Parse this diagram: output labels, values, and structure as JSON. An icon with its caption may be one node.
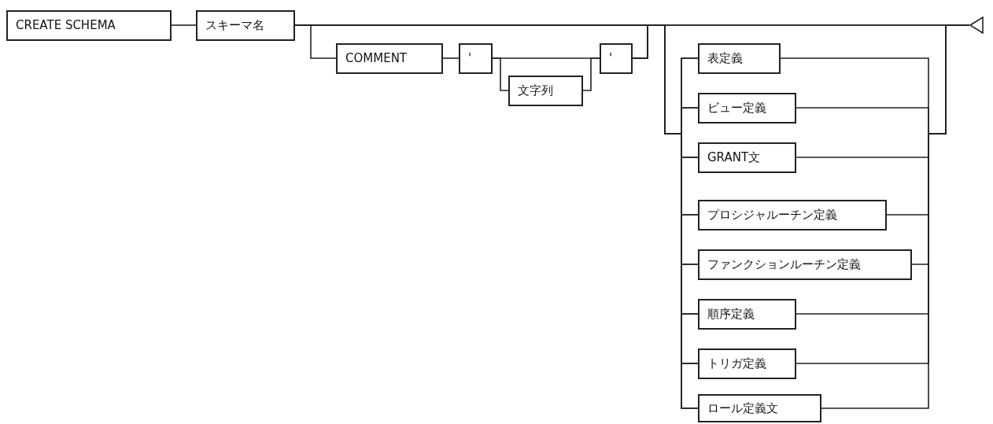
{
  "diagram": {
    "nodes": [
      {
        "text": [
          "CREATE SCHEMA"
        ]
      },
      {
        "text": [
          "スキーマ名"
        ]
      },
      {
        "text": [
          "COMMENT"
        ]
      },
      {
        "text": [
          "'"
        ]
      },
      {
        "text": [
          "文字列"
        ]
      },
      {
        "text": [
          "'"
        ]
      },
      {
        "text": [
          "表定義"
        ]
      },
      {
        "text": [
          "ビュー定義"
        ]
      },
      {
        "text": [
          "GRANT文"
        ]
      },
      {
        "text": [
          "プロシジャルーチン定義"
        ]
      },
      {
        "text": [
          "ファンクションルーチン定義"
        ]
      },
      {
        "text": [
          "順序定義"
        ]
      },
      {
        "text": [
          "トリガ定義"
        ]
      },
      {
        "text": [
          "ロール定義文"
        ]
      },
      {
        "text": [],
        "shape": "triangle"
      }
    ],
    "edges": [
      {
        "from": 0,
        "to": 1,
        "arrow": "none"
      },
      {
        "from": 1,
        "to": 2,
        "arrow": "none"
      },
      {
        "from": 2,
        "to": 3,
        "arrow": "none"
      },
      {
        "from": 3,
        "to": 4,
        "arrow": "none"
      },
      {
        "from": 3,
        "to": 5,
        "arrow": "none"
      },
      {
        "from": 4,
        "to": 5,
        "arrow": "none"
      },
      {
        "from": 1,
        "to": 6,
        "arrow": "none"
      },
      {
        "from": 1,
        "to": 7,
        "arrow": "none"
      },
      {
        "from": 1,
        "to": 8,
        "arrow": "none"
      },
      {
        "from": 1,
        "to": 9,
        "arrow": "none"
      },
      {
        "from": 1,
        "to": 10,
        "arrow": "none"
      },
      {
        "from": 1,
        "to": 11,
        "arrow": "none"
      },
      {
        "from": 1,
        "to": 12,
        "arrow": "none"
      },
      {
        "from": 1,
        "to": 13,
        "arrow": "none"
      },
      {
        "from": 5,
        "to": 6,
        "arrow": "none"
      },
      {
        "from": 5,
        "to": 7,
        "arrow": "none"
      },
      {
        "from": 5,
        "to": 8,
        "arrow": "none"
      },
      {
        "from": 5,
        "to": 9,
        "arrow": "none"
      },
      {
        "from": 5,
        "to": 10,
        "arrow": "none"
      },
      {
        "from": 5,
        "to": 11,
        "arrow": "none"
      },
      {
        "from": 5,
        "to": 12,
        "arrow": "none"
      },
      {
        "from": 5,
        "to": 13,
        "arrow": "none"
      },
      {
        "from": 6,
        "to": 14,
        "arrow": "none"
      },
      {
        "from": 7,
        "to": 14,
        "arrow": "none"
      },
      {
        "from": 8,
        "to": 14,
        "arrow": "none"
      },
      {
        "from": 9,
        "to": 14,
        "arrow": "none"
      },
      {
        "from": 10,
        "to": 14,
        "arrow": "none"
      },
      {
        "from": 11,
        "to": 14,
        "arrow": "none"
      },
      {
        "from": 12,
        "to": 14,
        "arrow": "none"
      },
      {
        "from": 13,
        "to": 14,
        "arrow": "none"
      },
      {
        "from": 1,
        "to": 14,
        "arrow": "none"
      },
      {
        "from": 5,
        "to": 14,
        "arrow": "none"
      }
    ]
  }
}
